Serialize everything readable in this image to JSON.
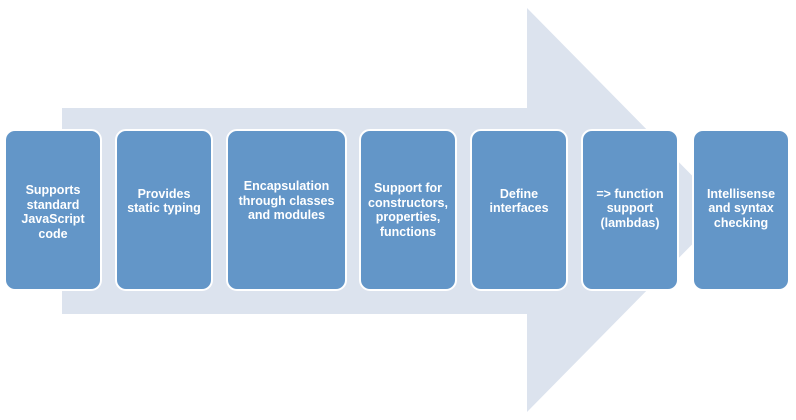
{
  "colors": {
    "arrow": "#dce3ee",
    "box_fill": "#6396c8",
    "box_border": "#ffffff",
    "text": "#ffffff"
  },
  "steps": [
    {
      "label": "Supports\nstandard\nJavaScript\ncode"
    },
    {
      "label": "Provides\nstatic typing"
    },
    {
      "label": "Encapsulation\nthrough classes\nand modules"
    },
    {
      "label": "Support for\nconstructors,\nproperties,\nfunctions"
    },
    {
      "label": "Define\ninterfaces"
    },
    {
      "label": "=> function\nsupport\n(lambdas)"
    },
    {
      "label": "Intellisense\nand syntax\nchecking"
    }
  ]
}
